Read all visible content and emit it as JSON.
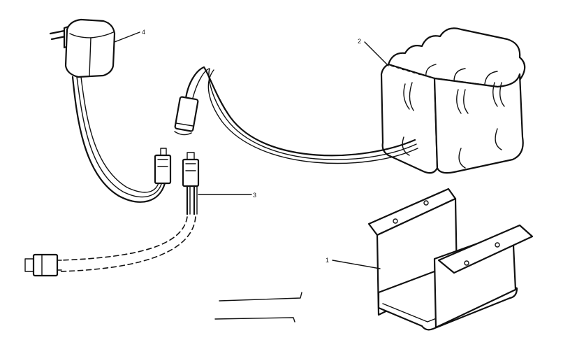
{
  "callouts": [
    {
      "id": "4",
      "label": "4"
    },
    {
      "id": "2",
      "label": "2"
    },
    {
      "id": "3",
      "label": "3"
    },
    {
      "id": "1",
      "label": "1"
    }
  ],
  "parts": [
    {
      "callout": "1",
      "name": "mounting-bracket"
    },
    {
      "callout": "2",
      "name": "battery-pack"
    },
    {
      "callout": "3",
      "name": "connector-harness"
    },
    {
      "callout": "4",
      "name": "wall-adapter"
    }
  ],
  "colors": {
    "ink": "#111111",
    "paper": "#ffffff"
  }
}
